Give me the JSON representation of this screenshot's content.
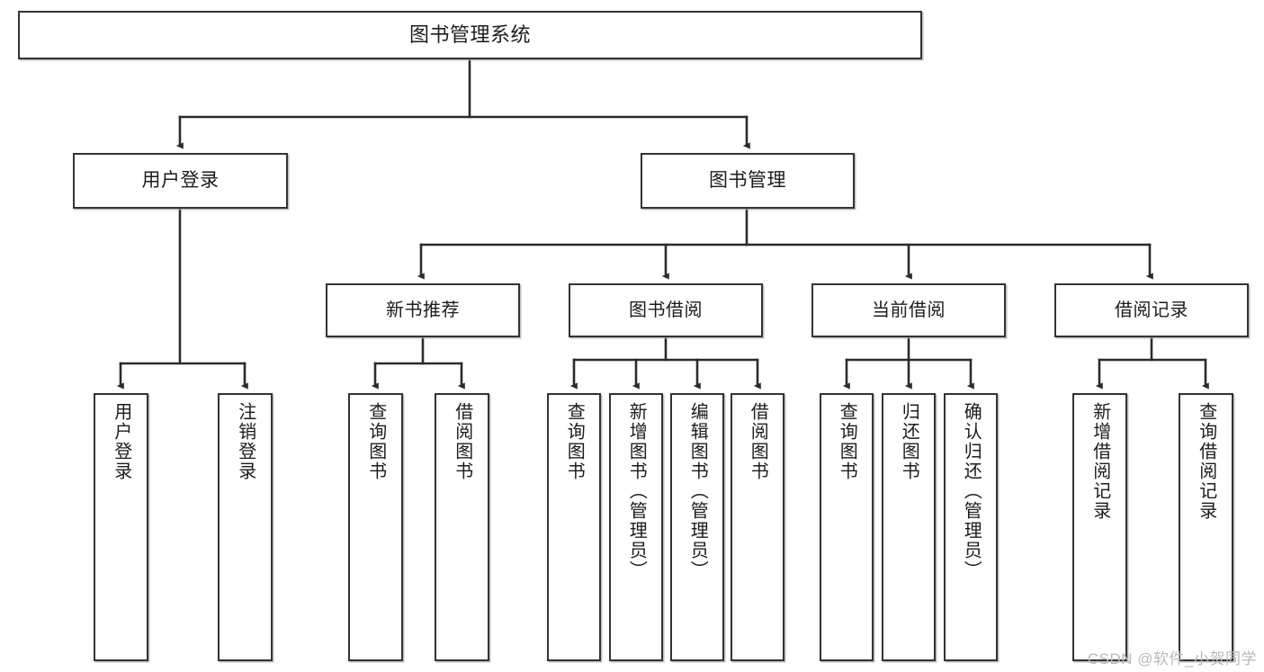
{
  "diagram": {
    "title": "图书管理系统",
    "type": "tree-hierarchy-diagram",
    "colors": {
      "box_border": "#333333",
      "box_fill": "#ffffff",
      "connector": "#2b2b2b",
      "text": "#1c1c1c",
      "watermark": "#b9b9b9",
      "background": "#ffffff"
    },
    "root": {
      "label": "图书管理系统"
    },
    "level2": [
      {
        "label": "用户登录"
      },
      {
        "label": "图书管理"
      }
    ],
    "level3": [
      {
        "label": "新书推荐"
      },
      {
        "label": "图书借阅"
      },
      {
        "label": "当前借阅"
      },
      {
        "label": "借阅记录"
      }
    ],
    "leaves": {
      "user_login": [
        {
          "label": "用户登录"
        },
        {
          "label": "注销登录"
        }
      ],
      "new_book_recommend": [
        {
          "label": "查询图书"
        },
        {
          "label": "借阅图书"
        }
      ],
      "book_borrow": [
        {
          "label": "查询图书"
        },
        {
          "label": "新增图书（管理员）"
        },
        {
          "label": "编辑图书（管理员）"
        },
        {
          "label": "借阅图书"
        }
      ],
      "current_borrow": [
        {
          "label": "查询图书"
        },
        {
          "label": "归还图书"
        },
        {
          "label": "确认归还（管理员）"
        }
      ],
      "borrow_record": [
        {
          "label": "新增借阅记录"
        },
        {
          "label": "查询借阅记录"
        }
      ]
    }
  },
  "watermark": {
    "text": "CSDN @软件_小贺同学"
  }
}
